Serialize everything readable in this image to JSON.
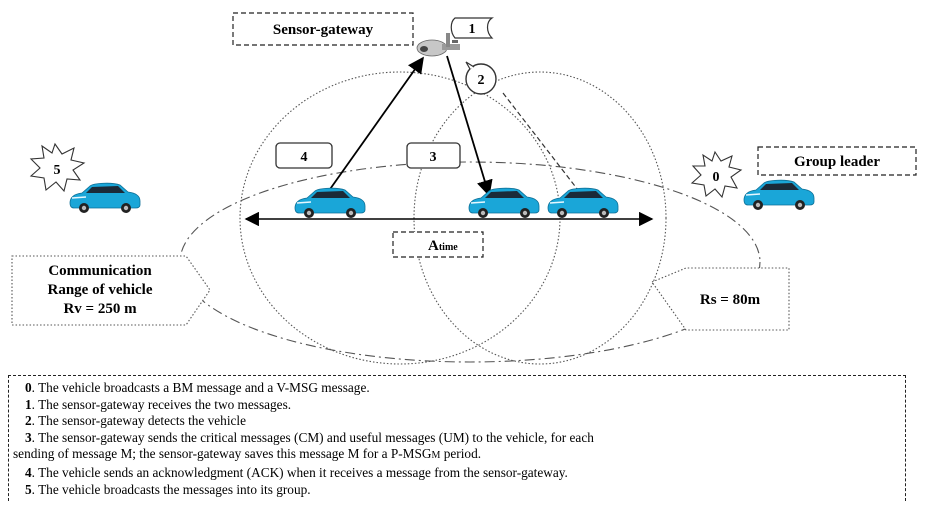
{
  "labels": {
    "sensor_gateway": "Sensor-gateway",
    "group_leader": "Group leader",
    "atime_main": "A",
    "atime_sub": "time",
    "comm_line1": "Communication",
    "comm_line2": "Range of vehicle",
    "comm_line3": "Rv = 250 m",
    "rs": "Rs = 80m"
  },
  "steps": {
    "s0": "0",
    "s1": "1",
    "s2": "2",
    "s3": "3",
    "s4": "4",
    "s5": "5"
  },
  "legend": {
    "i0_num": "0",
    "i0_text": ". The vehicle broadcasts a BM message and a V-MSG message.",
    "i1_num": "1",
    "i1_text": ". The sensor-gateway receives the two messages.",
    "i2_num": "2",
    "i2_text": ". The sensor-gateway detects the vehicle",
    "i3_num": "3",
    "i3_text": ". The sensor-gateway sends the critical messages (CM) and useful messages (UM) to the vehicle, for each",
    "i3_text2_a": "sending of message M; the sensor-gateway saves this message M for a P-MSG",
    "i3_text2_sub": "M",
    "i3_text2_b": " period.",
    "i4_num": "4",
    "i4_text": ". The vehicle sends an acknowledgment (ACK) when it receives a message from the sensor-gateway.",
    "i5_num": "5",
    "i5_text": ". The vehicle broadcasts the messages into its group."
  },
  "colors": {
    "car_body": "#1aa6d8",
    "car_glass": "#1b2a38",
    "line": "#000000"
  }
}
